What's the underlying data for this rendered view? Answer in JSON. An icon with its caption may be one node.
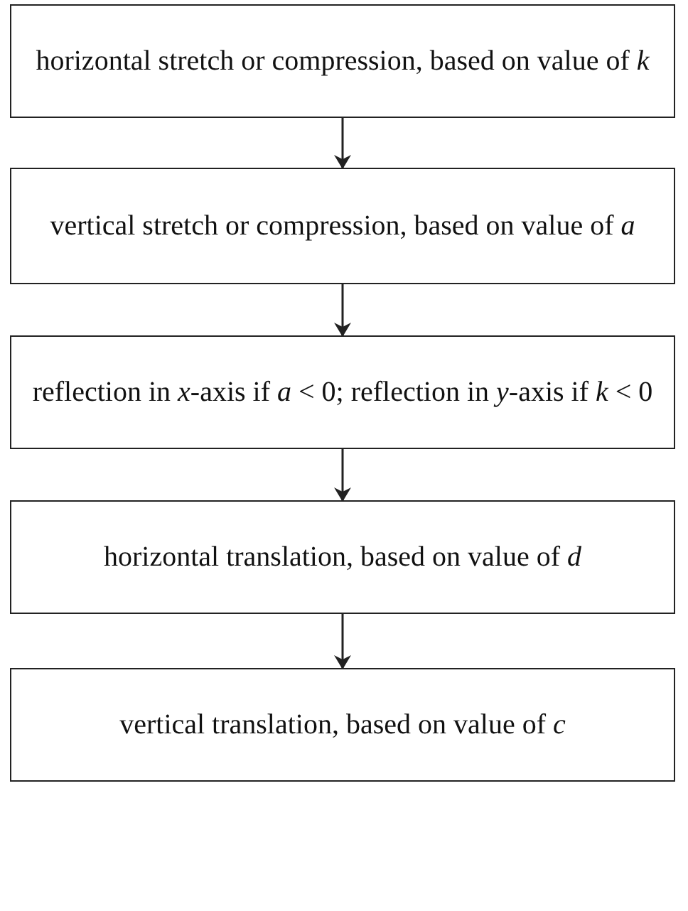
{
  "diagram": {
    "nodes": [
      {
        "text": [
          "horizontal stretch or compression, based on value of *k*"
        ]
      },
      {
        "text": [
          "vertical stretch or compression, based on value of *a*"
        ]
      },
      {
        "text": [
          "reflection in *x*-axis if *a* < 0; reflection in *y*-axis if *k* < 0"
        ]
      },
      {
        "text": [
          "horizontal translation, based on value of *d*"
        ]
      },
      {
        "text": [
          "vertical translation, based on value of *c*"
        ]
      }
    ],
    "edges": [
      {
        "from": 0,
        "to": 1,
        "arrow": "to"
      },
      {
        "from": 1,
        "to": 2,
        "arrow": "to"
      },
      {
        "from": 2,
        "to": 3,
        "arrow": "to"
      },
      {
        "from": 3,
        "to": 4,
        "arrow": "to"
      }
    ]
  }
}
